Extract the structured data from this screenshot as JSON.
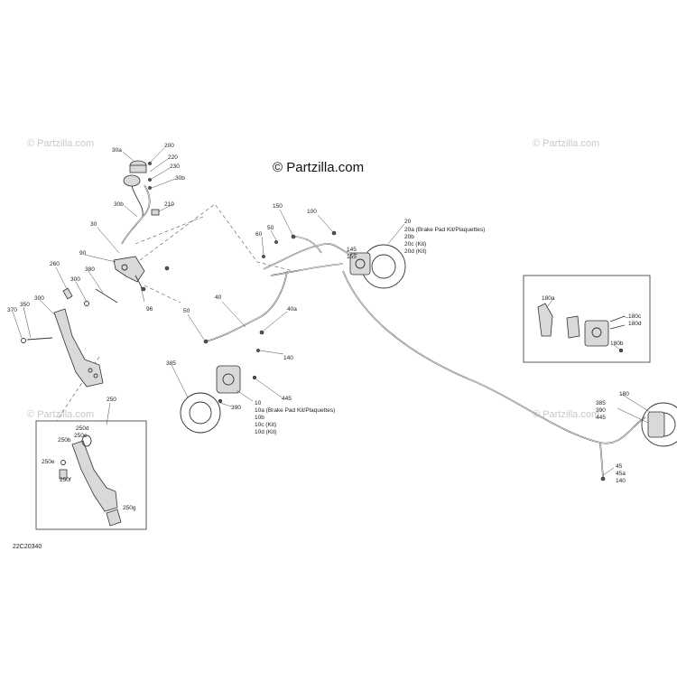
{
  "watermark": {
    "main": "© Partzilla.com",
    "faint": "© Partzilla.com"
  },
  "diagram_code": "22C20340",
  "callouts": {
    "c200": "200",
    "c220": "220",
    "c230": "230",
    "c30a": "30a",
    "c30b_top": "30b",
    "c210": "210",
    "c30b": "30b",
    "c30": "30",
    "c90": "90",
    "c96": "96",
    "c260": "260",
    "c300a": "300",
    "c380": "380",
    "c300b": "300",
    "c350": "350",
    "c370": "370",
    "c150": "150",
    "c100": "100",
    "c50a": "50",
    "c60": "60",
    "c145": "145",
    "c155": "155",
    "c20": "20",
    "c20a": "20a (Brake Pad Kit/Plaquettes)",
    "c20b": "20b",
    "c20c": "20c (Kit)",
    "c20d": "20d (Kit)",
    "c40": "40",
    "c50b": "50",
    "c40a": "40a",
    "c140a": "140",
    "c385a": "385",
    "c390a": "390",
    "c445a": "445",
    "c10": "10",
    "c10a": "10a (Brake Pad Kit/Plaquettes)",
    "c10b": "10b",
    "c10c": "10c (Kit)",
    "c10d": "10d (Kit)",
    "c250": "250",
    "c250d": "250d",
    "c250c": "250c",
    "c250b": "250b",
    "c250e": "250e",
    "c250f": "250f",
    "c250g": "250g",
    "c180a": "180a",
    "c180c": "180c",
    "c180d": "180d",
    "c180b": "180b",
    "c180": "180",
    "c385b": "385",
    "c390b": "390",
    "c445b": "445",
    "c45": "45",
    "c45a": "45a",
    "c140b": "140"
  }
}
